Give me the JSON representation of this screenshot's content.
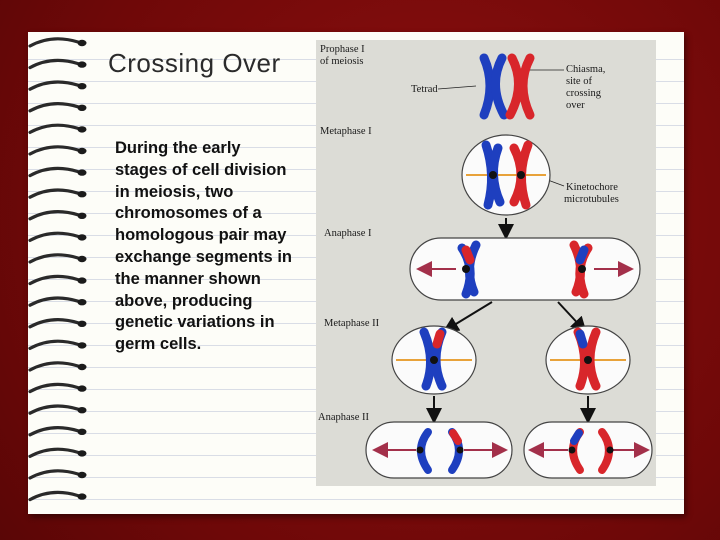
{
  "slide": {
    "title": "Crossing Over",
    "body": "During the early stages of cell division in meiosis, two chromosomes of a homologous pair may exchange segments in the manner shown above, producing genetic variations in germ cells."
  },
  "figure": {
    "stage_labels": {
      "prophase1": "Prophase I",
      "prophase1_sub": "of meiosis",
      "metaphase1": "Metaphase I",
      "anaphase1": "Anaphase I",
      "metaphase2": "Metaphase II",
      "anaphase2": "Anaphase II"
    },
    "callouts": {
      "tetrad": "Tetrad",
      "chiasma_1": "Chiasma,",
      "chiasma_2": "site of",
      "chiasma_3": "crossing",
      "chiasma_4": "over",
      "kinetochore": "Kinetochore",
      "microtubules": "microtubules"
    }
  },
  "colors": {
    "background": "#7a0b0b",
    "chromosome_blue": "#1e3fbf",
    "chromosome_red": "#d8262b",
    "spindle": "#e8a23a",
    "arrow": "#a3304a"
  }
}
